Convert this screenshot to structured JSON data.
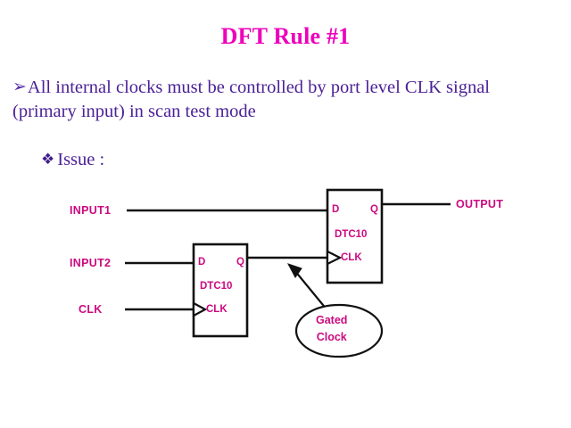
{
  "slide": {
    "title": "DFT Rule #1",
    "title_color": "#ee00bb",
    "body_color": "#4b2196",
    "schematic_label_color": "#cc0a7f",
    "line_color": "#111111",
    "background": "#ffffff"
  },
  "bullets": {
    "arrow_glyph": "➢",
    "diamond_glyph": "❖",
    "rule_text": "All internal clocks must be controlled by port level CLK signal (primary input) in scan test mode",
    "issue_text": "Issue :"
  },
  "schematic": {
    "signals": {
      "input1": "INPUT1",
      "input2": "INPUT2",
      "clk": "CLK",
      "output": "OUTPUT"
    },
    "flipflop_lower": {
      "d_pin": "D",
      "q_pin": "Q",
      "name": "DTC10",
      "clk_pin": "CLK"
    },
    "flipflop_upper": {
      "d_pin": "D",
      "q_pin": "Q",
      "name": "DTC10",
      "clk_pin": "CLK"
    },
    "annotation": {
      "line1": "Gated",
      "line2": "Clock"
    }
  }
}
